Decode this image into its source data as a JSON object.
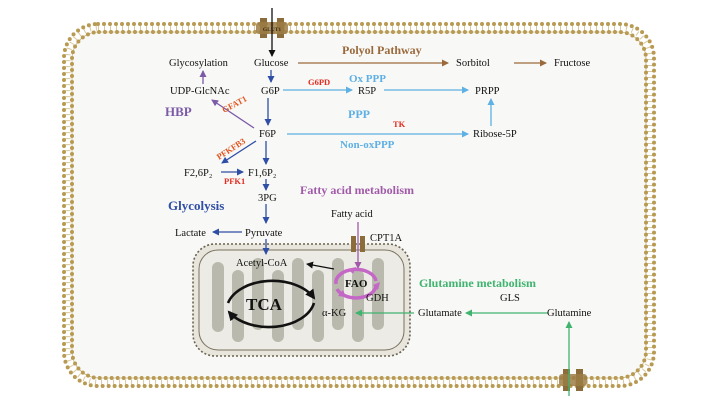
{
  "colors": {
    "black": "#111111",
    "brown": "#9b6a3c",
    "blue": "#2f4fa6",
    "light_blue": "#5fb0e4",
    "purple": "#7b5aa8",
    "magenta": "#a05aa8",
    "red": "#e22a1e",
    "orange": "#e2541e",
    "green": "#3fb46f",
    "membrane": "#b89a52",
    "cell_fill": "#f8f8f6",
    "mito_fill": "#ecebe5",
    "mito_cristae": "#b9b9ad",
    "fao_arrow": "#c467c6"
  },
  "transporters": {
    "top_label": "GLUT1"
  },
  "metabolites": {
    "glycosylation": "Glycosylation",
    "glucose": "Glucose",
    "sorbitol": "Sorbitol",
    "fructose": "Fructose",
    "udp_glcnac": "UDP-GlcNAc",
    "g6p": "G6P",
    "r5p": "R5P",
    "prpp": "PRPP",
    "f6p": "F6P",
    "ribose5p": "Ribose-5P",
    "f26p2": "F2,6P₂",
    "f16p2": "F1,6P₂",
    "three_pg": "3PG",
    "fatty_acid": "Fatty acid",
    "lactate": "Lactate",
    "pyruvate": "Pyruvate",
    "cpt1a": "CPT1A",
    "acetyl_coa": "Acetyl-CoA",
    "gdh": "GDH",
    "gls": "GLS",
    "alpha_kg": "α-KG",
    "glutamate": "Glutamate",
    "glutamine": "Glutamine"
  },
  "enzymes": {
    "g6pd": "G6PD",
    "gfat1": "GFAT1",
    "tk": "TK",
    "pfkfb3": "PFKFB3",
    "pfk1": "PFK1"
  },
  "pathways": {
    "polyol": "Polyol Pathway",
    "ox_ppp": "Ox PPP",
    "ppp": "PPP",
    "non_ox_ppp": "Non-oxPPP",
    "hbp": "HBP",
    "fatty_acid_metabolism": "Fatty acid metabolism",
    "glycolysis": "Glycolysis",
    "glutamine_metabolism": "Glutamine metabolism",
    "fao": "FAO",
    "tca": "TCA"
  }
}
